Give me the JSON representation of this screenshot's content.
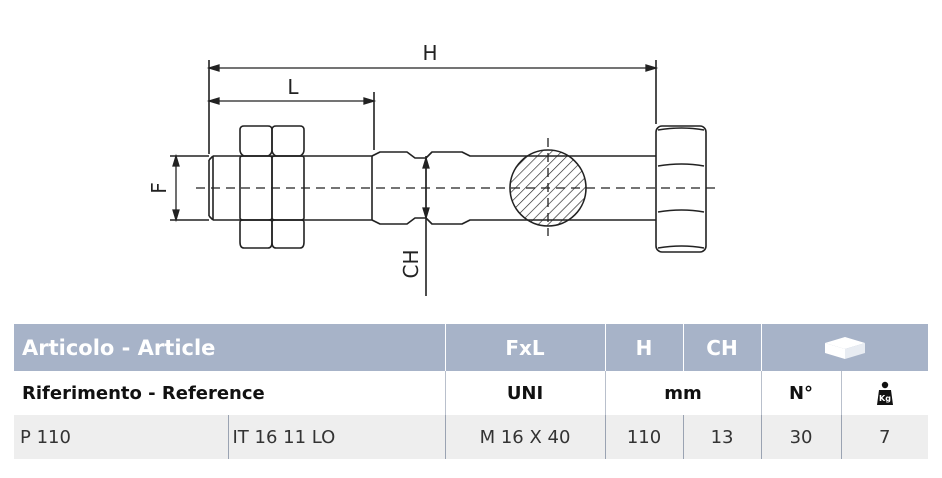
{
  "drawing": {
    "dim_H": "H",
    "dim_L": "L",
    "dim_F": "F",
    "dim_CH": "CH"
  },
  "table": {
    "header": {
      "article": "Articolo - Article",
      "fxl": "FxL",
      "h": "H",
      "ch": "CH",
      "package_icon": "package-icon"
    },
    "subheader": {
      "reference": "Riferimento - Reference",
      "uni": "UNI",
      "mm": "mm",
      "n": "N°",
      "weight_icon": "weight-kg-icon",
      "weight_icon_text": "Kg"
    },
    "rows": [
      {
        "article": "P 110",
        "reference": "IT 16 11 LO",
        "fxl": "M 16 X 40",
        "h": "110",
        "ch": "13",
        "n": "30",
        "kg": "7"
      }
    ]
  },
  "colors": {
    "header_bg": "#a7b3c8",
    "data_row_bg": "#eeeeee",
    "line": "#222222"
  }
}
